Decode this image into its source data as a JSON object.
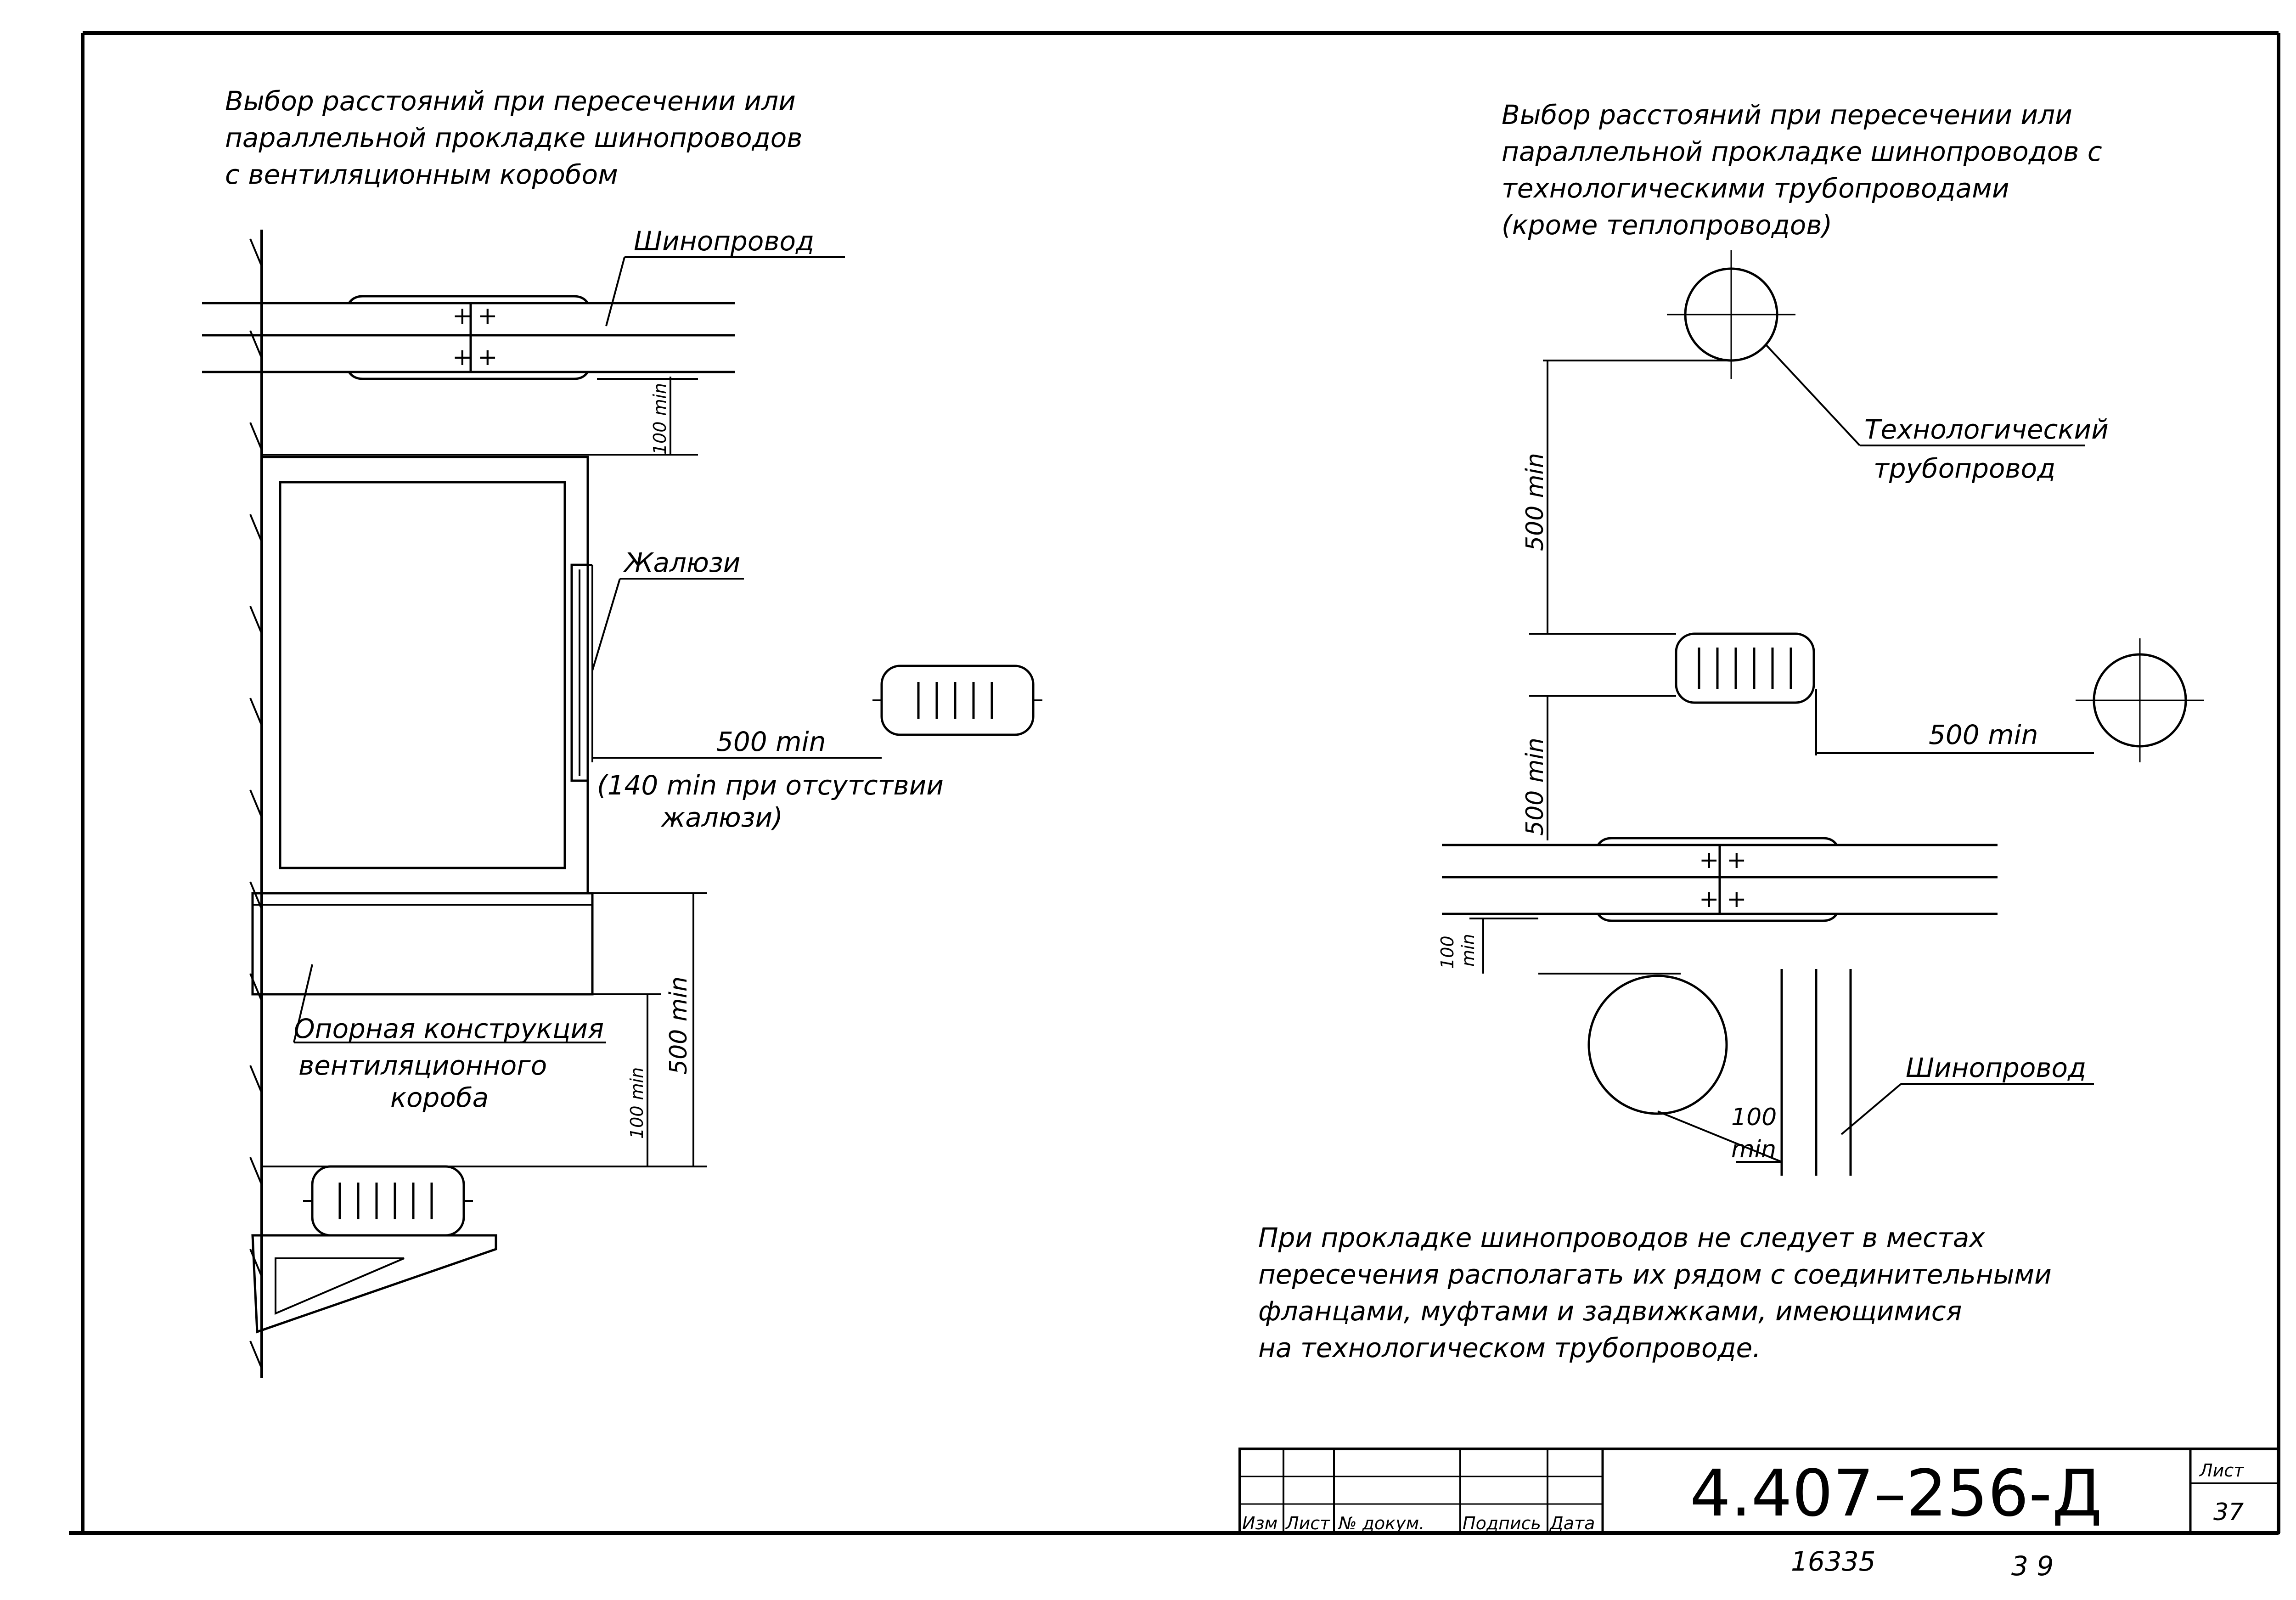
{
  "left_diagram": {
    "title_lines": [
      "Выбор расстояний при пересечении или",
      "параллельной прокладке шинопроводов",
      "с вентиляционным коробом"
    ],
    "label_busway": "Шинопровод",
    "label_louvers": "Жалюзи",
    "dim_100_top": "100 min",
    "dim_500_side": "500 min",
    "note_140_line1": "(140 min при отсутствии",
    "note_140_line2": "жалюзи)",
    "label_support_lines": [
      "Опорная конструкция",
      "вентиляционного",
      "короба"
    ],
    "dim_100_bottom": "100 min",
    "dim_500_bottom": "500 min"
  },
  "right_diagram": {
    "title_lines": [
      "Выбор расстояний при пересечении или",
      "параллельной прокладке шинопроводов с",
      "технологическими трубопроводами",
      "(кроме теплопроводов)"
    ],
    "label_pipe_lines": [
      "Технологический",
      "трубопровод"
    ],
    "dim_500_upper": "500 min",
    "dim_500_lower": "500 min",
    "dim_500_horizontal": "500 min",
    "dim_100_left_top": "100",
    "dim_100_left_bottom": "min",
    "dim_100_right_top": "100",
    "dim_100_right_bottom": "min",
    "label_busway": "Шинопровод"
  },
  "note_lines": [
    "При прокладке шинопроводов не следует в местах",
    "пересечения располагать их рядом с соединительными",
    "фланцами, муфтами и задвижками, имеющимися",
    "на технологическом трубопроводе."
  ],
  "title_block": {
    "header_cells": [
      "Изм",
      "Лист",
      "№ докум.",
      "Подпись",
      "Дата"
    ],
    "document_code": "4.407–256-Д",
    "sheet_label": "Лист",
    "sheet_number": "37",
    "bottom_number": "16335",
    "bottom_suffix": "3 9"
  }
}
